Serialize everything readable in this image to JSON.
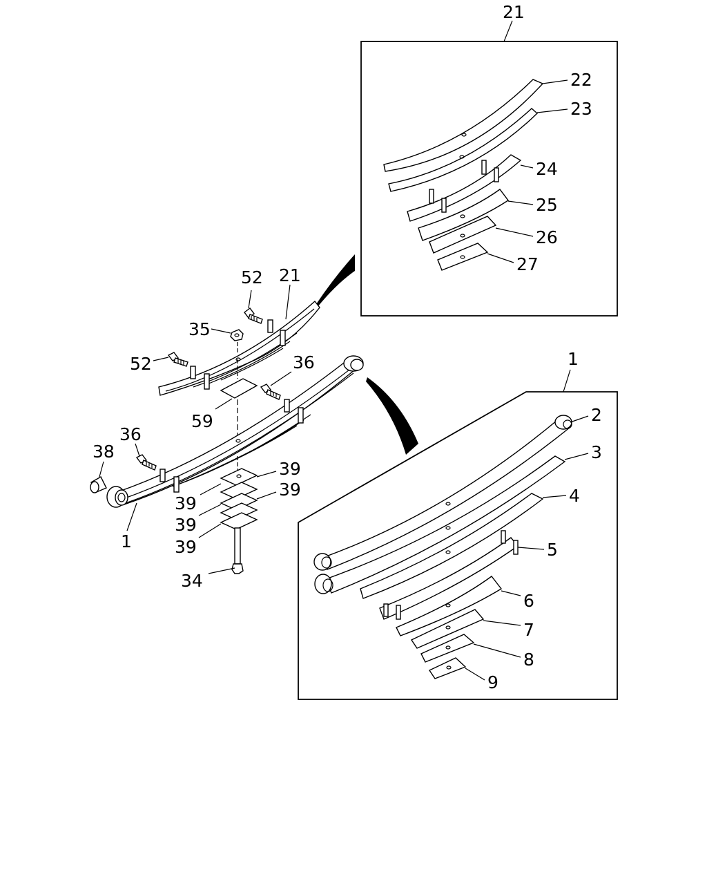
{
  "diagram": {
    "labels": {
      "l21_top": "21",
      "l22": "22",
      "l23": "23",
      "l24": "24",
      "l25": "25",
      "l26": "26",
      "l27": "27",
      "l52a": "52",
      "l21": "21",
      "l35": "35",
      "l52b": "52",
      "l36a": "36",
      "l59": "59",
      "l36b": "36",
      "l38": "38",
      "l39a": "39",
      "l39b": "39",
      "l39c": "39",
      "l39d": "39",
      "l39e": "39",
      "l1": "1",
      "l34": "34",
      "l1_box": "1",
      "l2": "2",
      "l3": "3",
      "l4": "4",
      "l5": "5",
      "l6": "6",
      "l7": "7",
      "l8": "8",
      "l9": "9"
    }
  }
}
